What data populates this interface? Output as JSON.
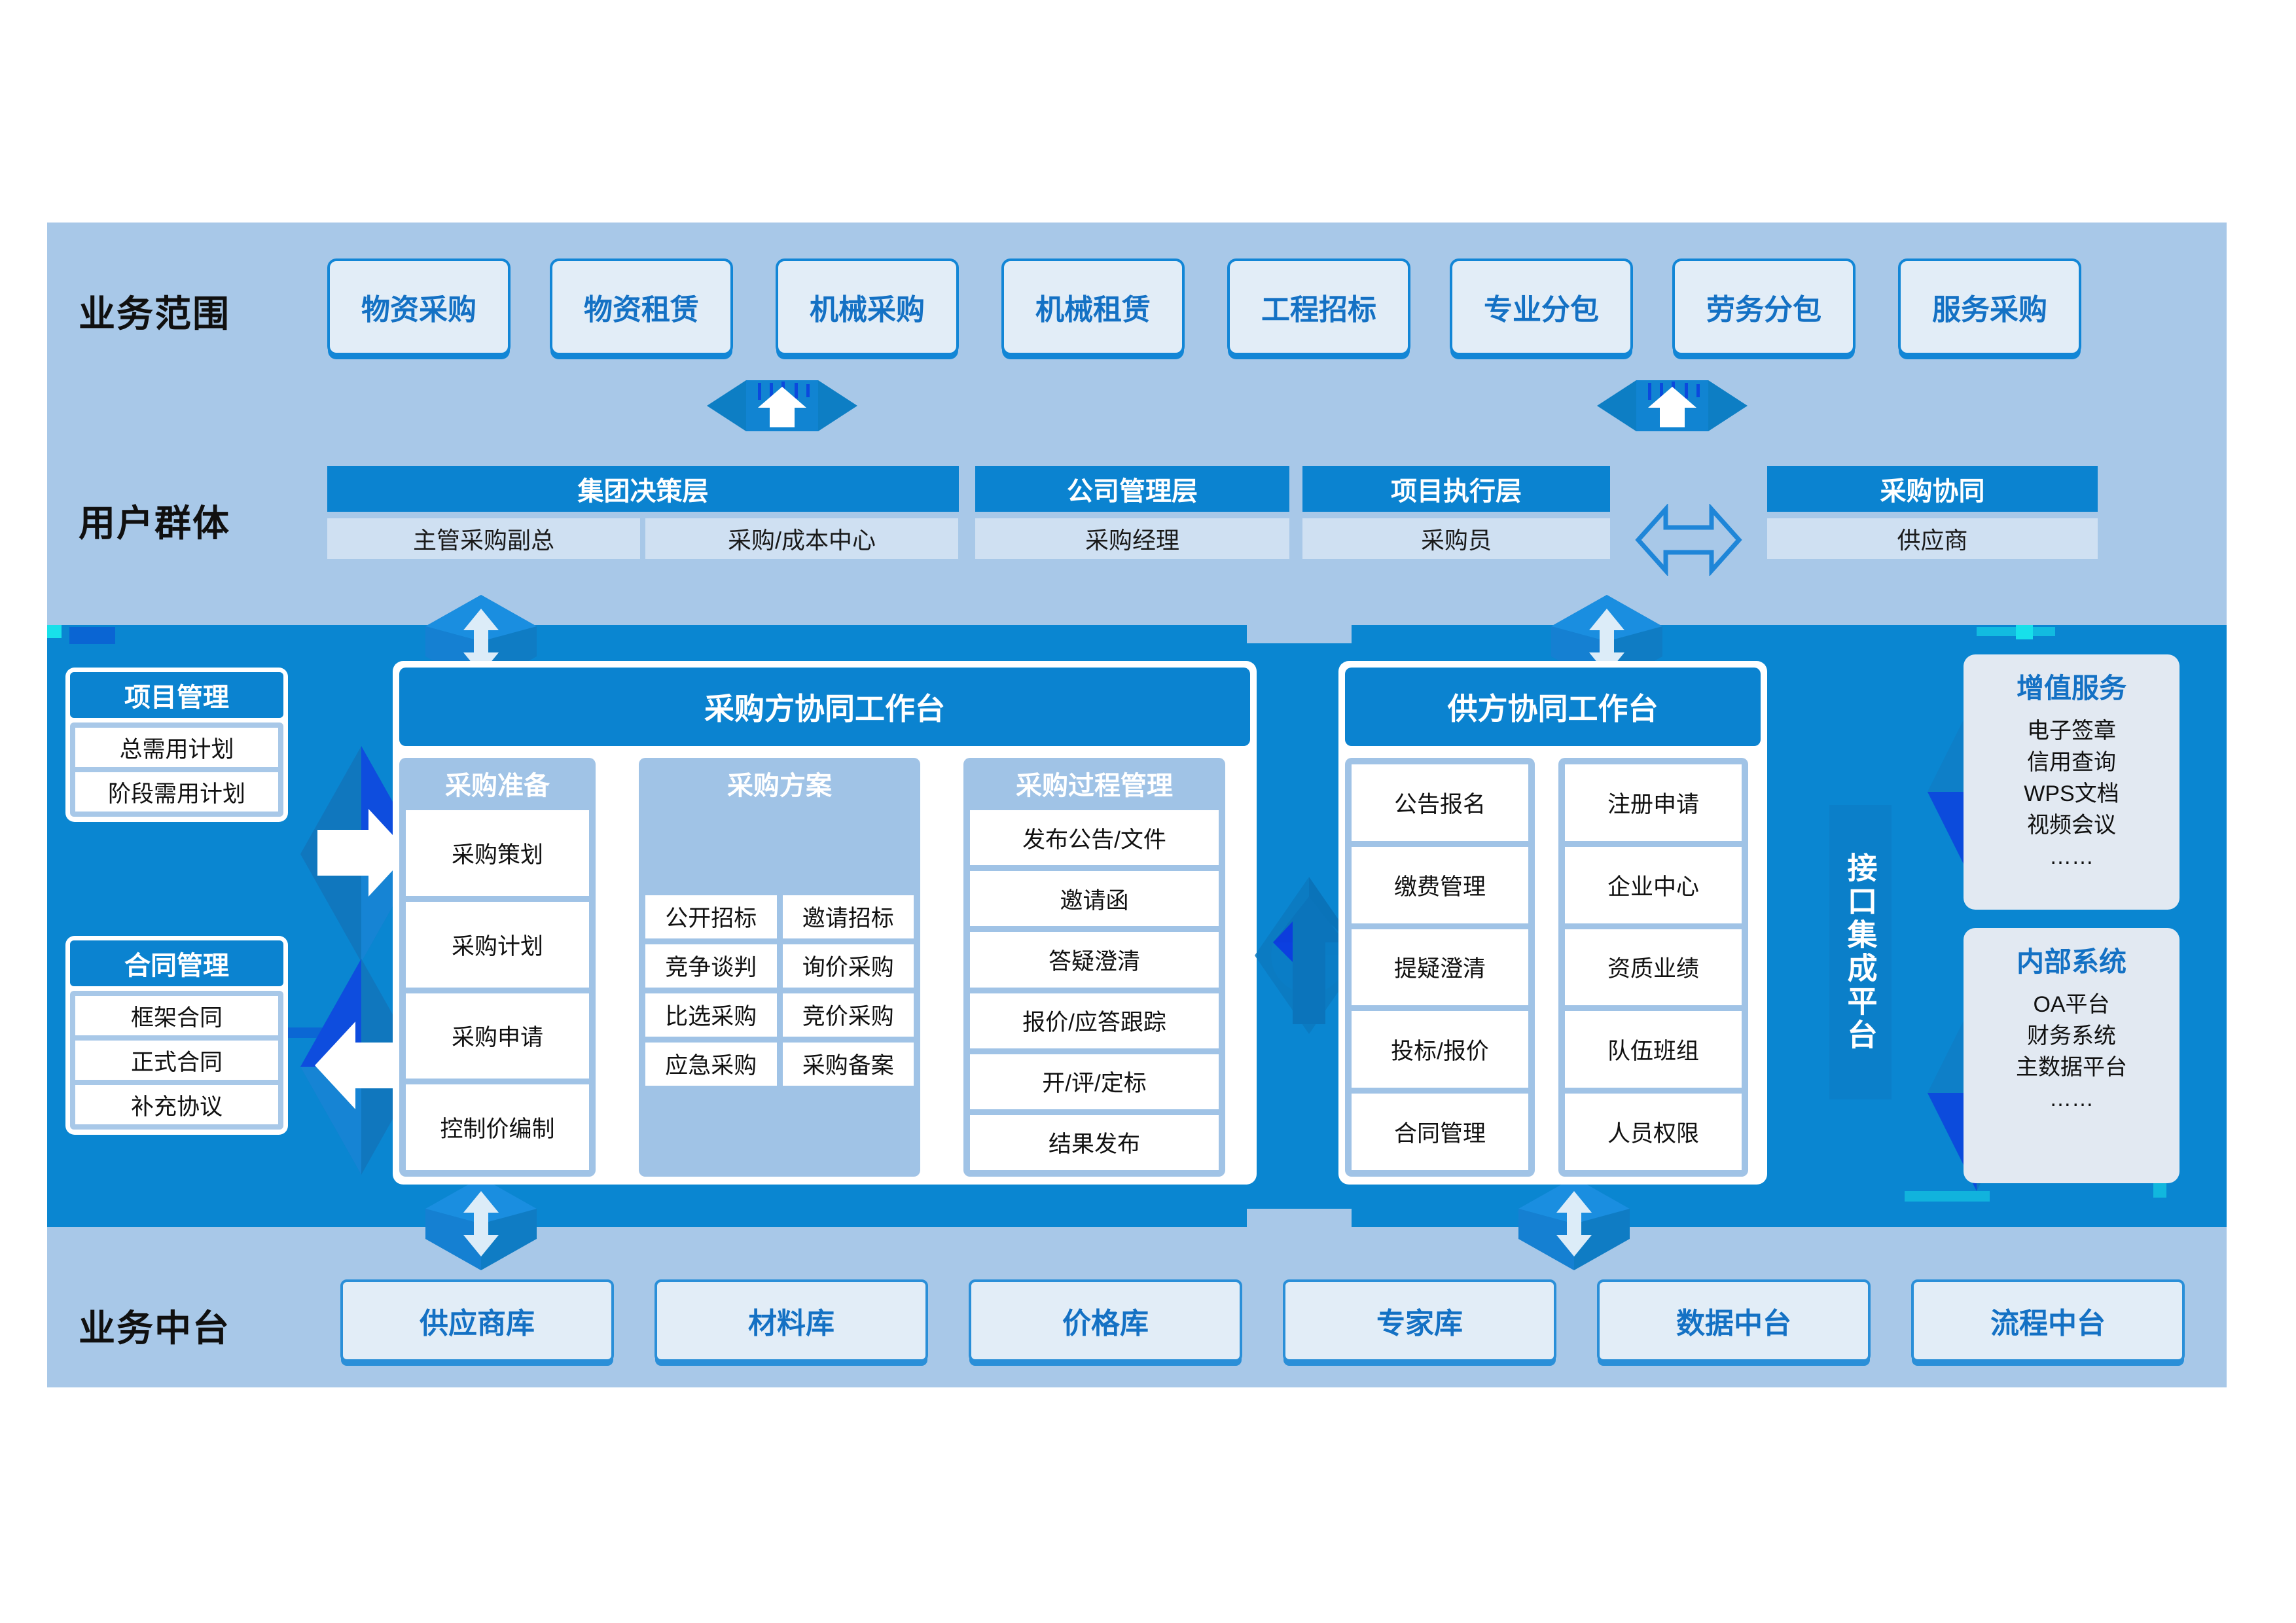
{
  "rows": {
    "business_scope_label": "业务范围",
    "user_group_label": "用户群体",
    "middle_platform_label": "业务中台"
  },
  "business_scope": {
    "items": [
      {
        "label": "物资采购"
      },
      {
        "label": "物资租赁"
      },
      {
        "label": "机械采购"
      },
      {
        "label": "机械租赁"
      },
      {
        "label": "工程招标"
      },
      {
        "label": "专业分包"
      },
      {
        "label": "劳务分包"
      },
      {
        "label": "服务采购"
      }
    ]
  },
  "user_groups": [
    {
      "header": "集团决策层",
      "cells": [
        "主管采购副总",
        "采购/成本中心"
      ]
    },
    {
      "header": "公司管理层",
      "cells": [
        "采购经理"
      ]
    },
    {
      "header": "项目执行层",
      "cells": [
        "采购员"
      ]
    },
    {
      "header": "采购协同",
      "cells": [
        "供应商"
      ]
    }
  ],
  "left_modules": [
    {
      "title": "项目管理",
      "items": [
        "总需用计划",
        "阶段需用计划"
      ]
    },
    {
      "title": "合同管理",
      "items": [
        "框架合同",
        "正式合同",
        "补充协议"
      ]
    }
  ],
  "buyer_workbench": {
    "title": "采购方协同工作台",
    "groups": [
      {
        "name": "采购准备",
        "columns": 1,
        "items": [
          "采购策划",
          "采购计划",
          "采购申请",
          "控制价编制"
        ]
      },
      {
        "name": "采购方案",
        "columns": 2,
        "items": [
          "公开招标",
          "邀请招标",
          "竞争谈判",
          "询价采购",
          "比选采购",
          "竞价采购",
          "应急采购",
          "采购备案"
        ]
      },
      {
        "name": "采购过程管理",
        "columns": 1,
        "items": [
          "发布公告/文件",
          "邀请函",
          "答疑澄清",
          "报价/应答跟踪",
          "开/评/定标",
          "结果发布"
        ]
      }
    ]
  },
  "supplier_workbench": {
    "title": "供方协同工作台",
    "groups": [
      {
        "name": "",
        "columns": 1,
        "items": [
          "公告报名",
          "缴费管理",
          "提疑澄清",
          "投标/报价",
          "合同管理"
        ]
      },
      {
        "name": "",
        "columns": 1,
        "items": [
          "注册申请",
          "企业中心",
          "资质业绩",
          "队伍班组",
          "人员权限"
        ]
      }
    ]
  },
  "integration_platform": {
    "label": "接口集成平台"
  },
  "right_panels": [
    {
      "title": "增值服务",
      "items": [
        "电子签章",
        "信用查询",
        "WPS文档",
        "视频会议",
        "……"
      ]
    },
    {
      "title": "内部系统",
      "items": [
        "OA平台",
        "财务系统",
        "主数据平台",
        "……"
      ]
    }
  ],
  "middle_platform": {
    "items": [
      {
        "label": "供应商库"
      },
      {
        "label": "材料库"
      },
      {
        "label": "价格库"
      },
      {
        "label": "专家库"
      },
      {
        "label": "数据中台"
      },
      {
        "label": "流程中台"
      }
    ]
  },
  "colors": {
    "panel_bg": "#a8c8e8",
    "band_bg": "#0a86d1",
    "header_blue": "#0b83d0",
    "chip_text": "#1471c4",
    "chip_bg": "#e2edf7",
    "group_bg": "#a0c3e6",
    "accent_cyan": "#18e0ea"
  }
}
